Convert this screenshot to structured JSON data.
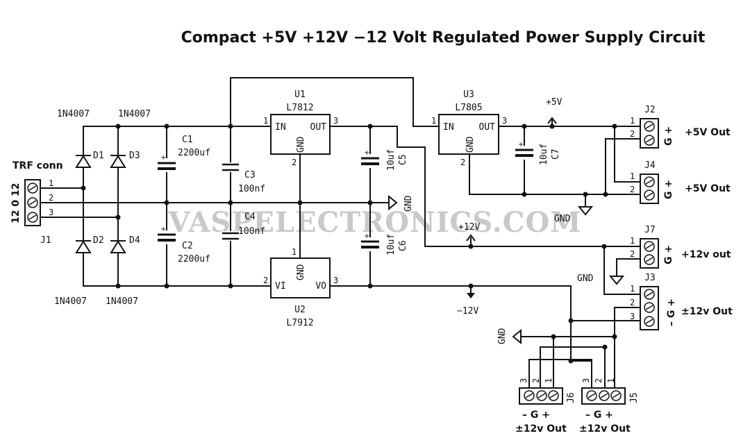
{
  "title": "Compact +5V +12V −12 Volt Regulated Power Supply Circuit",
  "watermark": "VASPELECTRONICS.COM",
  "transformer": {
    "ref": "J1",
    "name": "TRF conn",
    "taps": "12 0 12",
    "pins": [
      "1",
      "2",
      "3"
    ]
  },
  "diodes": {
    "d1": {
      "ref": "D1",
      "part": "1N4007"
    },
    "d2": {
      "ref": "D2",
      "part": "1N4007"
    },
    "d3": {
      "ref": "D3",
      "part": "1N4007"
    },
    "d4": {
      "ref": "D4",
      "part": "1N4007"
    }
  },
  "capacitors": {
    "c1": {
      "ref": "C1",
      "value": "2200uf"
    },
    "c2": {
      "ref": "C2",
      "value": "2200uf"
    },
    "c3": {
      "ref": "C3",
      "value": "100nf"
    },
    "c4": {
      "ref": "C4",
      "value": "100nf"
    },
    "c5": {
      "ref": "C5",
      "value": "10uf"
    },
    "c6": {
      "ref": "C6",
      "value": "10uf"
    },
    "c7": {
      "ref": "C7",
      "value": "10uf"
    }
  },
  "regulators": {
    "u1": {
      "ref": "U1",
      "part": "L7812",
      "pin_in": "IN",
      "pin_out": "OUT",
      "pin_gnd": "GND",
      "n_in": "1",
      "n_out": "3",
      "n_gnd": "2"
    },
    "u2": {
      "ref": "U2",
      "part": "L7912",
      "pin_in": "VI",
      "pin_out": "VO",
      "pin_gnd": "GND",
      "n_in": "2",
      "n_out": "3",
      "n_gnd": "1"
    },
    "u3": {
      "ref": "U3",
      "part": "L7805",
      "pin_in": "IN",
      "pin_out": "OUT",
      "pin_gnd": "GND",
      "n_in": "1",
      "n_out": "3",
      "n_gnd": "2"
    }
  },
  "nets": {
    "p5v": "+5V",
    "p12v": "+12V",
    "m12v": "−12V",
    "gnd": "GND"
  },
  "connectors": {
    "j2": {
      "ref": "J2",
      "pins": [
        "1",
        "2"
      ],
      "marks": "G +",
      "output": "+5V Out"
    },
    "j4": {
      "ref": "J4",
      "pins": [
        "1",
        "2"
      ],
      "marks": "G +",
      "output": "+5V Out"
    },
    "j7": {
      "ref": "J7",
      "pins": [
        "1",
        "2"
      ],
      "marks": "G +",
      "output": "+12v out"
    },
    "j3": {
      "ref": "J3",
      "pins": [
        "1",
        "2",
        "3"
      ],
      "marks": "– G +",
      "output": "±12v Out"
    },
    "j6": {
      "ref": "J6",
      "pins": [
        "3",
        "2",
        "1"
      ],
      "marks": "– G +",
      "output": "±12v Out"
    },
    "j5": {
      "ref": "J5",
      "pins": [
        "3",
        "2",
        "1"
      ],
      "marks": "– G +",
      "output": "±12v Out"
    }
  }
}
